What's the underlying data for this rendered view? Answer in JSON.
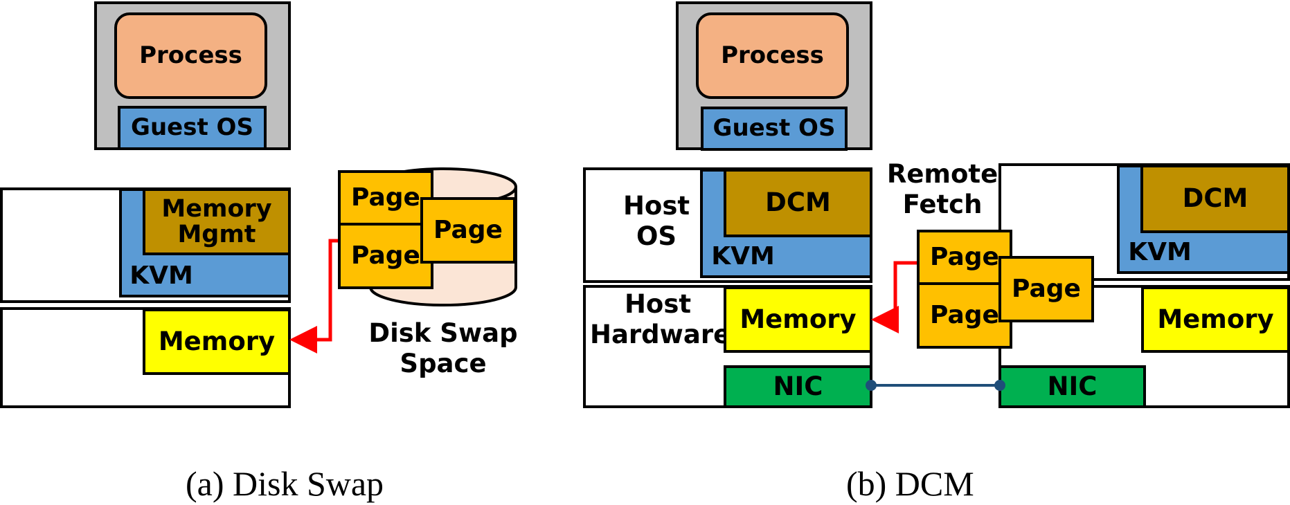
{
  "panel_a": {
    "process": "Process",
    "guest_os": "Guest OS",
    "memory_mgmt": "Memory\nMgmt",
    "kvm": "KVM",
    "memory": "Memory",
    "page": "Page",
    "disk_swap_space": "Disk Swap\nSpace",
    "caption": "(a) Disk Swap"
  },
  "panel_b": {
    "process": "Process",
    "guest_os": "Guest OS",
    "host_os": "Host\nOS",
    "dcm": "DCM",
    "kvm": "KVM",
    "host_hardware": "Host\nHardware",
    "memory": "Memory",
    "nic": "NIC",
    "remote_fetch": "Remote\nFetch",
    "page": "Page",
    "caption": "(b) DCM"
  },
  "colors": {
    "guest_vm_frame": "#bfbfbf",
    "process": "#f4b183",
    "guest_os": "#5b9bd5",
    "kvm": "#5b9bd5",
    "memory_mgmt": "#bf9000",
    "dcm": "#bf9000",
    "memory": "#ffff00",
    "nic": "#00b050",
    "page": "#ffc000",
    "disk": "#fbe5d6",
    "fetch_arrow": "#ff0000",
    "network_link": "#1f4e79"
  }
}
